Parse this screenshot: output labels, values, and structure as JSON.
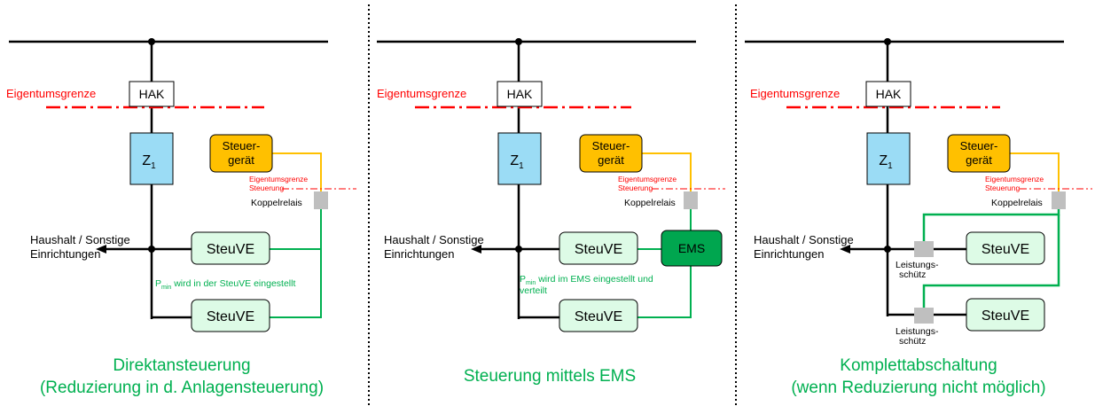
{
  "colors": {
    "line": "#000000",
    "boundary_red": "#ff0000",
    "signal_yellow": "#ffc000",
    "control_green": "#00b050",
    "caption_green": "#00b050",
    "z1_fill": "#9bdcf5",
    "steuergeraet_fill": "#ffc000",
    "steuerve_fill": "#ddfbe6",
    "ems_fill": "#00a64f",
    "relay_gray": "#bfbfbf"
  },
  "panels": [
    {
      "eigentumsgrenze": "Eigentumsgrenze",
      "hak": "HAK",
      "z1": "Z",
      "z1_sub": "1",
      "steuergeraet_line1": "Steuer-",
      "steuergeraet_line2": "gerät",
      "eg_steuerung_line1": "Eigentumsgrenze",
      "eg_steuerung_line2": "Steuerung",
      "koppelrelais": "Koppelrelais",
      "haushalt_line1": "Haushalt / Sonstige",
      "haushalt_line2": "Einrichtungen",
      "steuerve_top": "SteuVE",
      "steuerve_bottom": "SteuVE",
      "pmin_p": "P",
      "pmin_sub": "min",
      "pmin_text": " wird in der SteuVE eingestellt",
      "caption_line1": "Direktansteuerung",
      "caption_line2": "(Reduzierung in d. Anlagensteuerung)"
    },
    {
      "eigentumsgrenze": "Eigentumsgrenze",
      "hak": "HAK",
      "z1": "Z",
      "z1_sub": "1",
      "steuergeraet_line1": "Steuer-",
      "steuergeraet_line2": "gerät",
      "eg_steuerung_line1": "Eigentumsgrenze",
      "eg_steuerung_line2": "Steuerung",
      "koppelrelais": "Koppelrelais",
      "haushalt_line1": "Haushalt / Sonstige",
      "haushalt_line2": "Einrichtungen",
      "steuerve_top": "SteuVE",
      "steuerve_bottom": "SteuVE",
      "ems": "EMS",
      "pmin_p": "P",
      "pmin_sub": "min",
      "pmin_text": " wird im EMS eingestellt und",
      "pmin_text2": "verteilt",
      "caption_line1": "Steuerung mittels EMS"
    },
    {
      "eigentumsgrenze": "Eigentumsgrenze",
      "hak": "HAK",
      "z1": "Z",
      "z1_sub": "1",
      "steuergeraet_line1": "Steuer-",
      "steuergeraet_line2": "gerät",
      "eg_steuerung_line1": "Eigentumsgrenze",
      "eg_steuerung_line2": "Steuerung",
      "koppelrelais": "Koppelrelais",
      "haushalt_line1": "Haushalt / Sonstige",
      "haushalt_line2": "Einrichtungen",
      "steuerve_top": "SteuVE",
      "steuerve_bottom": "SteuVE",
      "leistungsschuetz_line1": "Leistungs-",
      "leistungsschuetz_line2": "schütz",
      "caption_line1": "Komplettabschaltung",
      "caption_line2": "(wenn Reduzierung nicht möglich)"
    }
  ]
}
